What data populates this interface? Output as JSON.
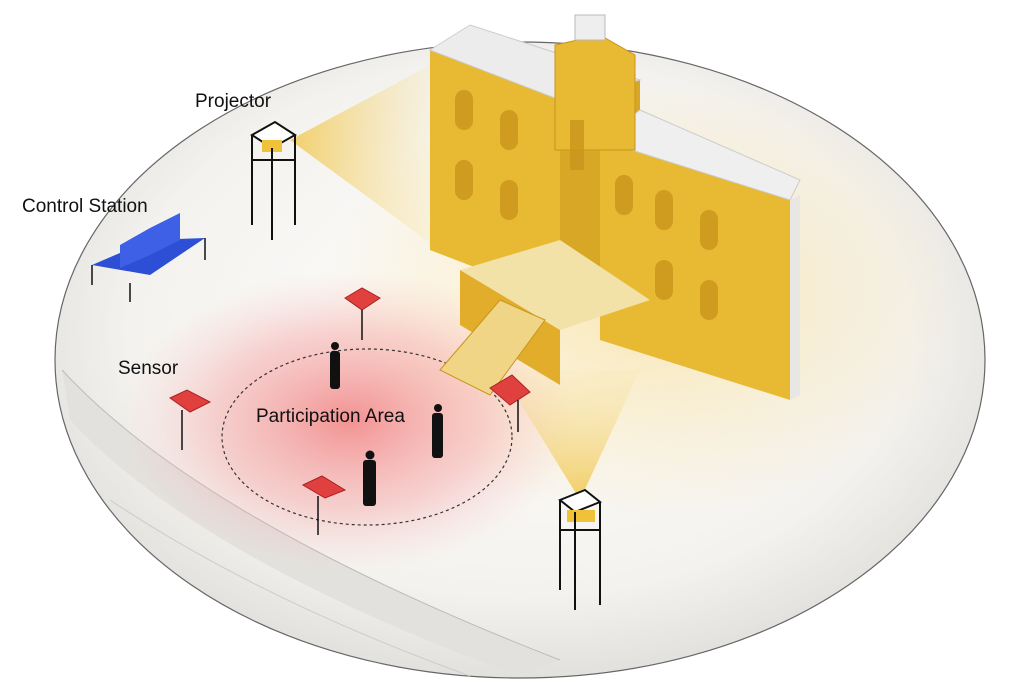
{
  "labels": {
    "projector": "Projector",
    "control_station": "Control Station",
    "sensor": "Sensor",
    "participation_area": "Participation Area"
  },
  "colors": {
    "building": "#e8b932",
    "building_shadow": "#c9951c",
    "sensor": "#e0413f",
    "control_station": "#2d4fd6",
    "participation_glow": "#f28a8a",
    "projection_light": "#f3cf6a"
  }
}
